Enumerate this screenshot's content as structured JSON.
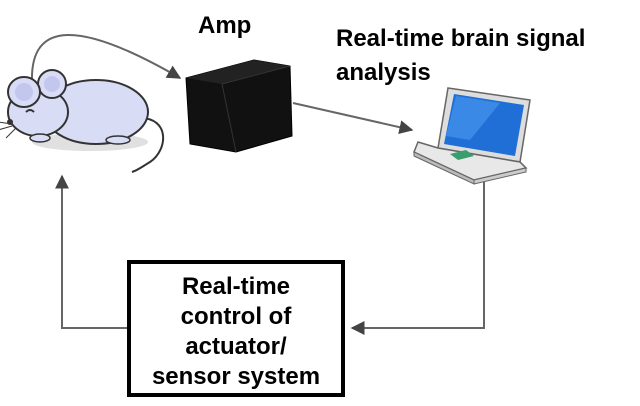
{
  "nodes": {
    "mouse": {
      "icon": "mouse-icon"
    },
    "amp": {
      "label": "Amp",
      "icon": "amplifier-box-icon"
    },
    "analysis": {
      "label_line1": "Real-time brain signal",
      "label_line2": "analysis",
      "icon": "laptop-icon"
    },
    "control": {
      "label_line1": "Real-time",
      "label_line2": "control of",
      "label_line3": "actuator/",
      "label_line4": "sensor system"
    }
  },
  "edges": [
    {
      "from": "mouse",
      "to": "amp"
    },
    {
      "from": "amp",
      "to": "analysis"
    },
    {
      "from": "analysis",
      "to": "control"
    },
    {
      "from": "control",
      "to": "mouse"
    }
  ],
  "colors": {
    "line": "#666666",
    "mouse_body": "#d9dcf5",
    "mouse_outline": "#333333",
    "laptop_screen": "#1f6fd6",
    "laptop_body": "#e8e8e8",
    "touchpad": "#3a9d6e"
  }
}
